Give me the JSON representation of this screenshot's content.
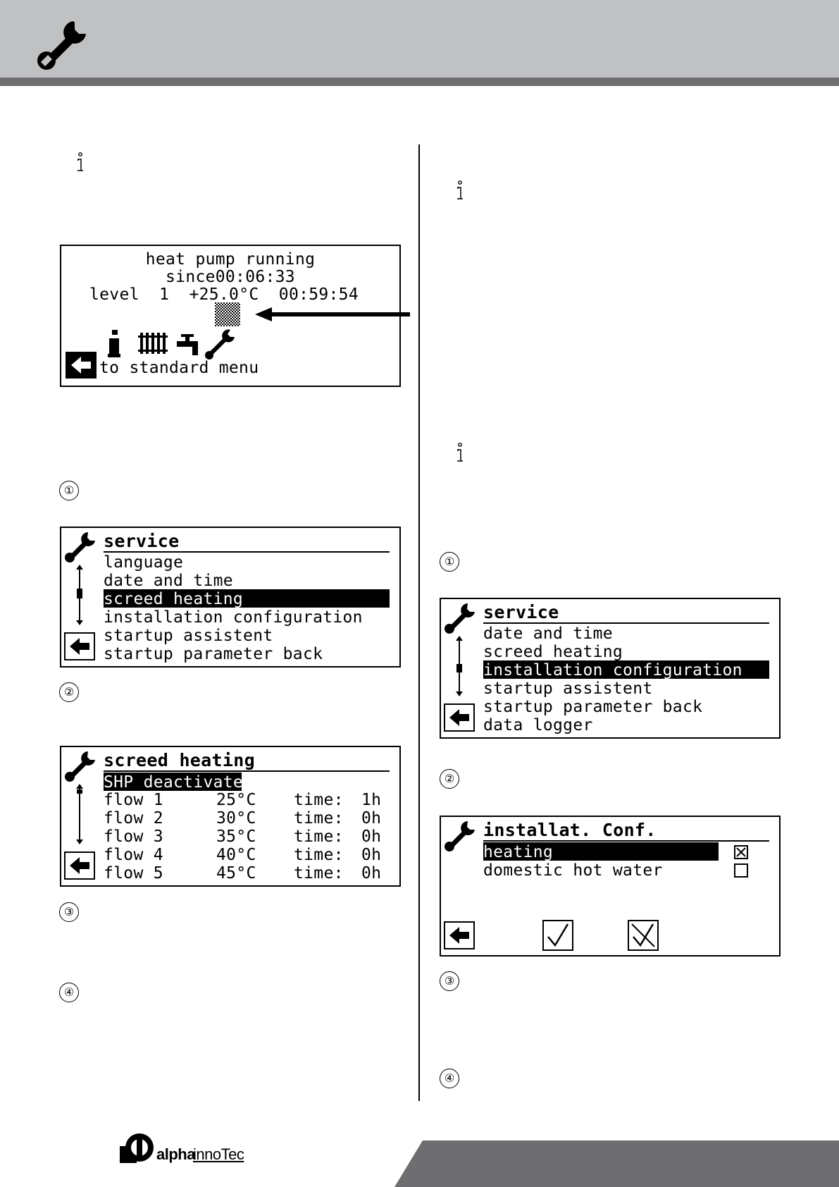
{
  "screen_running": {
    "line1": "heat pump running",
    "line2": "since00:06:33",
    "line3": "level  1  +25.0°C  00:59:54",
    "footer": "to standard menu"
  },
  "steps": [
    "①",
    "②",
    "③",
    "④"
  ],
  "service_menu_left": {
    "title": "service",
    "items": [
      "language",
      "date and time",
      "screed heating",
      "installation configuration",
      "startup assistent",
      "startup parameter back"
    ],
    "selected_index": 2
  },
  "screed_screen": {
    "title": "screed heating",
    "selected": "SHP deactivate",
    "rows": [
      {
        "name": "flow 1",
        "temp": "25°C",
        "time_label": "time:",
        "time": "1h"
      },
      {
        "name": "flow 2",
        "temp": "30°C",
        "time_label": "time:",
        "time": "0h"
      },
      {
        "name": "flow 3",
        "temp": "35°C",
        "time_label": "time:",
        "time": "0h"
      },
      {
        "name": "flow 4",
        "temp": "40°C",
        "time_label": "time:",
        "time": "0h"
      },
      {
        "name": "flow 5",
        "temp": "45°C",
        "time_label": "time:",
        "time": "0h"
      }
    ]
  },
  "service_menu_right": {
    "title": "service",
    "items": [
      "date and time",
      "screed heating",
      "installation configuration",
      "startup assistent",
      "startup parameter back",
      "data logger"
    ],
    "selected_index": 2
  },
  "install_conf": {
    "title": "installat. Conf.",
    "items": [
      {
        "label": "heating",
        "checked": true
      },
      {
        "label": "domestic hot water",
        "checked": false
      }
    ]
  },
  "logo": {
    "part1": "alpha",
    "part2": "innoTec"
  },
  "colors": {
    "header": "#c0c1c3",
    "header_bar": "#6e6e70",
    "footer": "#6e6e70"
  }
}
